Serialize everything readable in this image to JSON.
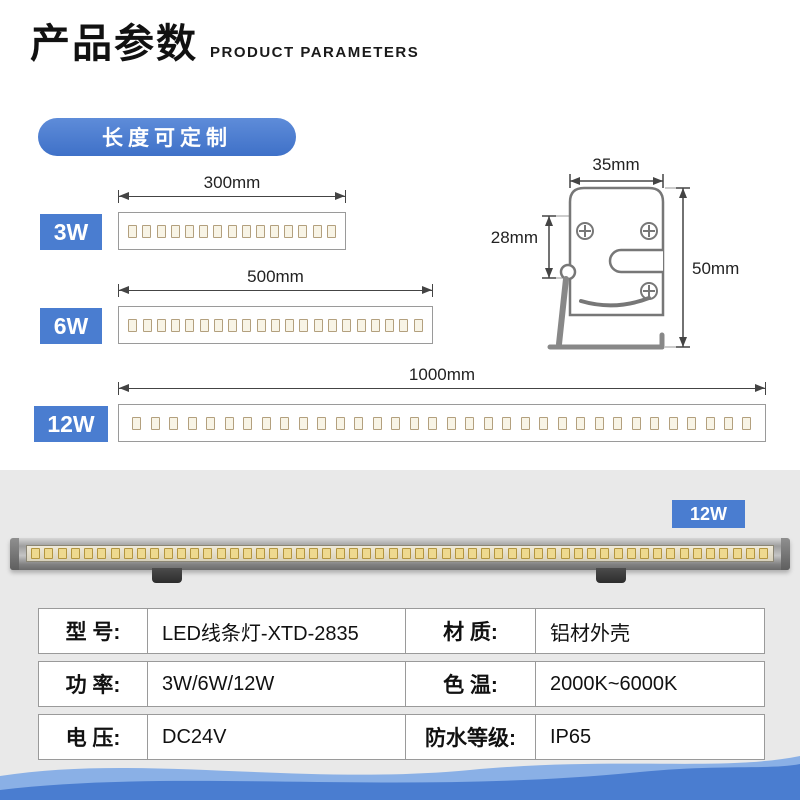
{
  "header": {
    "title": "产品参数",
    "subtitle": "PRODUCT PARAMETERS"
  },
  "pill_label": "长度可定制",
  "strips": [
    {
      "power": "3W",
      "length": "300mm",
      "leds": 15
    },
    {
      "power": "6W",
      "length": "500mm",
      "leds": 21
    },
    {
      "power": "12W",
      "length": "1000mm",
      "leds": 34
    }
  ],
  "bracket": {
    "width": "35mm",
    "depth": "28mm",
    "height": "50mm"
  },
  "photo": {
    "label": "12W",
    "leds": 56
  },
  "spec_table": {
    "rows": [
      {
        "c": [
          {
            "label": "型  号:",
            "value": "LED线条灯-XTD-2835"
          },
          {
            "label": "材   质:",
            "value": "铝材外壳"
          }
        ]
      },
      {
        "c": [
          {
            "label": "功  率:",
            "value": "3W/6W/12W"
          },
          {
            "label": "色   温:",
            "value": "2000K~6000K"
          }
        ]
      },
      {
        "c": [
          {
            "label": "电  压:",
            "value": "DC24V"
          },
          {
            "label": "防水等级:",
            "value": "IP65"
          }
        ]
      }
    ]
  },
  "colors": {
    "accent": "#4a7dd0",
    "section_bg": "#e9e9e9"
  }
}
